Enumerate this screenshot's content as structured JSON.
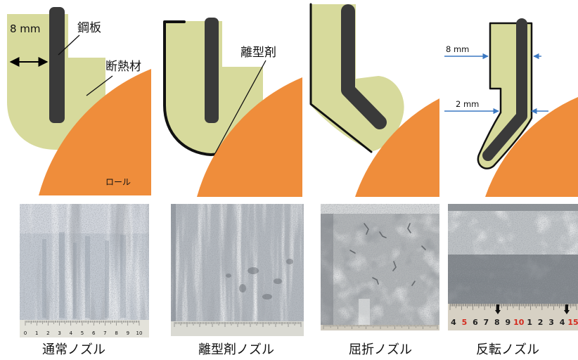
{
  "figure": {
    "panels": [
      {
        "caption": "通常ノズル",
        "thickness_label": "8 mm",
        "steel_plate_label": "鋼板",
        "insulation_label": "断熱材",
        "roll_label": "ロール"
      },
      {
        "caption": "離型剤ノズル",
        "release_agent_label": "離型剤"
      },
      {
        "caption": "屈折ノズル"
      },
      {
        "caption": "反転ノズル",
        "upper_thickness_label": "8 mm",
        "lower_thickness_label": "2 mm"
      }
    ]
  },
  "photos": {
    "normal_nozzle_ruler": [
      "0",
      "1",
      "2",
      "3",
      "4",
      "5",
      "6",
      "7",
      "8",
      "9",
      "10"
    ],
    "reverse_nozzle_ruler": [
      {
        "text": "4",
        "color": "#222222"
      },
      {
        "text": "5",
        "color": "#d42a1e"
      },
      {
        "text": "6",
        "color": "#222222"
      },
      {
        "text": "7",
        "color": "#222222"
      },
      {
        "text": "8",
        "color": "#222222"
      },
      {
        "text": "9",
        "color": "#222222"
      },
      {
        "text": "10",
        "color": "#d42a1e"
      },
      {
        "text": "1",
        "color": "#222222"
      },
      {
        "text": "2",
        "color": "#222222"
      },
      {
        "text": "3",
        "color": "#222222"
      },
      {
        "text": "4",
        "color": "#222222"
      },
      {
        "text": "15",
        "color": "#d42a1e"
      }
    ]
  },
  "colors": {
    "insulation": "#d7da9c",
    "steel": "#3a3a3a",
    "roll": "#ef8d3b",
    "release_agent": "#111111",
    "dimension_arrow": "#3b78c2"
  }
}
